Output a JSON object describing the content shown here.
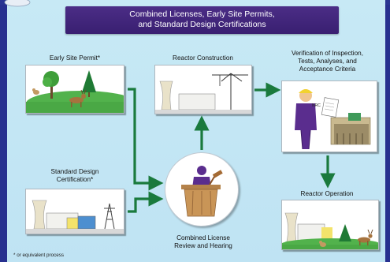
{
  "title": {
    "line1": "Combined Licenses, Early Site Permits,",
    "line2": "and Standard Design Certifications"
  },
  "steps": {
    "early_site_permit": "Early Site Permit*",
    "standard_design_line1": "Standard Design",
    "standard_design_line2": "Certification*",
    "reactor_construction": "Reactor Construction",
    "itaac_line1": "Verification of Inspection,",
    "itaac_line2": "Tests, Analyses, and",
    "itaac_line3": "Acceptance Criteria",
    "reactor_operation": "Reactor Operation",
    "col_line1": "Combined License",
    "col_line2": "Review and Hearing"
  },
  "inspector_badge": "NRC",
  "footnote": "* or equivalent process",
  "colors": {
    "title_bg": "#4b2d86",
    "arrow": "#1a7a3d",
    "background": "#c3e6f4",
    "frame": "#27308f"
  }
}
